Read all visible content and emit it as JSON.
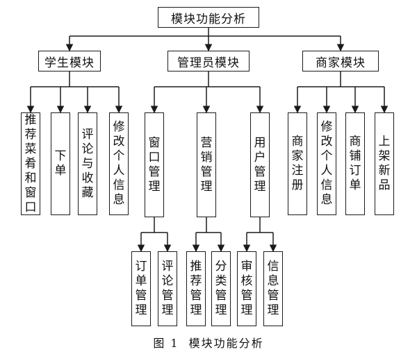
{
  "root": "模块功能分析",
  "modules": {
    "student": {
      "title": "学生模块",
      "items": [
        "推荐菜肴和窗口",
        "下单",
        "评论与收藏",
        "修改个人信息"
      ]
    },
    "admin": {
      "title": "管理员模块",
      "groups": [
        {
          "title": "窗口管理",
          "items": [
            "订单管理",
            "评论管理"
          ]
        },
        {
          "title": "营销管理",
          "items": [
            "推荐管理",
            "分类管理"
          ]
        },
        {
          "title": "用户管理",
          "items": [
            "审核管理",
            "信息管理"
          ]
        }
      ]
    },
    "merchant": {
      "title": "商家模块",
      "items": [
        "商家注册",
        "修改个人信息",
        "商铺订单",
        "上架新品"
      ]
    }
  },
  "caption": {
    "figure_label": "图 1",
    "title": "模块功能分析"
  },
  "colors": {
    "line": "#1a1a1a",
    "text": "#111111",
    "background": "#ffffff"
  }
}
